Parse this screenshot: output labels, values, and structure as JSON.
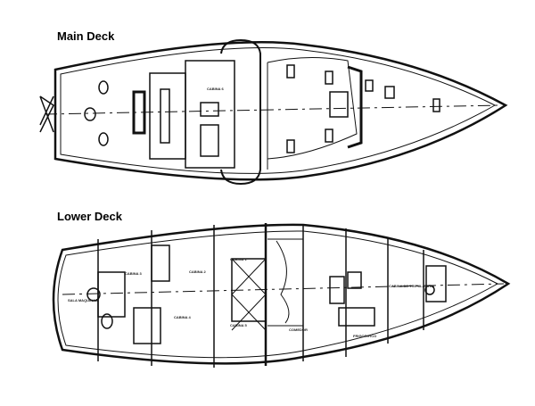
{
  "main_deck": {
    "title": "Main Deck",
    "labels": {
      "cabin": "CABINA 6"
    }
  },
  "lower_deck": {
    "title": "Lower Deck",
    "labels": {
      "engine": "SALA MAQUINAS",
      "cabin_1": "CABINA 1",
      "cabin_2": "CABINA 2",
      "cabin_3": "CABINA 3",
      "cabin_4": "CABINA 4",
      "cabin_5": "CABINA 5",
      "dining": "COMEDOR",
      "crew": "CABINA DE TRIPULANTES",
      "fridge": "FRIGORIFICO"
    }
  }
}
